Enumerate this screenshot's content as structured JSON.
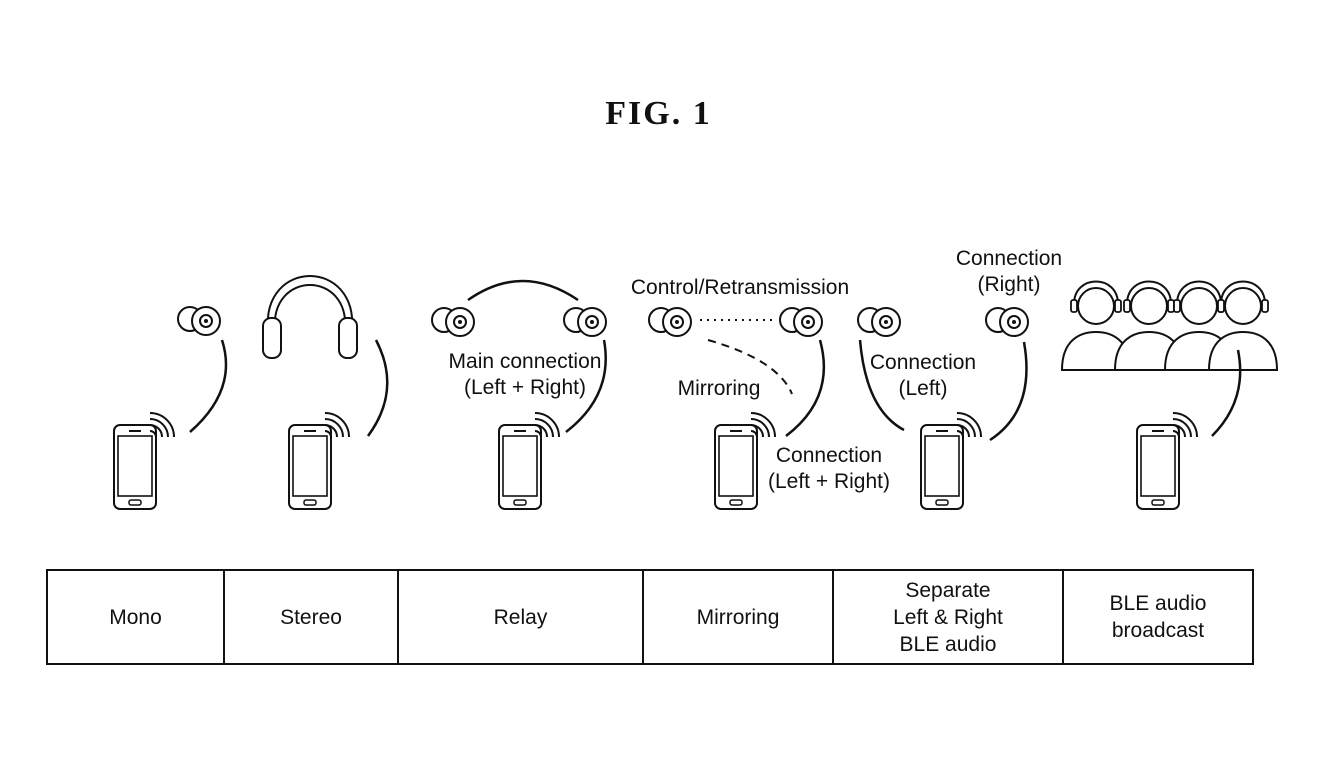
{
  "figure": {
    "title": "FIG. 1"
  },
  "labels": {
    "relay_main": [
      "Main connection",
      "(Left + Right)"
    ],
    "control_retransmission": "Control/Retransmission",
    "mirroring": "Mirroring",
    "mirroring_connection": [
      "Connection",
      "(Left + Right)"
    ],
    "connection_left": [
      "Connection",
      "(Left)"
    ],
    "connection_right": [
      "Connection",
      "(Right)"
    ]
  },
  "table": {
    "cells": [
      {
        "lines": [
          "Mono"
        ]
      },
      {
        "lines": [
          "Stereo"
        ]
      },
      {
        "lines": [
          "Relay"
        ]
      },
      {
        "lines": [
          "Mirroring"
        ]
      },
      {
        "lines": [
          "Separate",
          "Left & Right",
          "BLE audio"
        ]
      },
      {
        "lines": [
          "BLE audio",
          "broadcast"
        ]
      }
    ]
  },
  "icons": [
    "smartphone-icon",
    "wireless-signal-icon",
    "earbud-icon",
    "headphones-icon",
    "listener-icon"
  ]
}
